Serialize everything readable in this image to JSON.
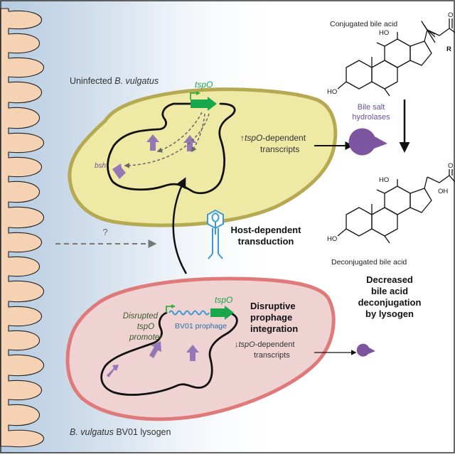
{
  "labels": {
    "conjugated": "Conjugated bile acid",
    "deconjugated": "Deconjugated bile acid",
    "uninfected_prefix": "Uninfected ",
    "uninfected_species": "B. vulgatus",
    "tspo_gene": "tspO",
    "tspo_gene_2": "tspO",
    "bsh_gene": "bsh",
    "up_arrow": "↑",
    "down_arrow": "↓",
    "tspo_italic": "tspO",
    "dependent_transcripts_suffix": "-dependent",
    "transcripts": "transcripts",
    "tspo_italic_2": "tspO",
    "dependent_transcripts_suffix_2": "-dependent",
    "transcripts_2": "transcripts",
    "bsh_enzyme_line1": "Bile salt",
    "bsh_enzyme_line2": "hydrolases",
    "question_mark": "?",
    "transduction_line1": "Host-dependent",
    "transduction_line2": "transduction",
    "disrupted_line1": "Disrupted",
    "disrupted_line2": "tspO",
    "disrupted_line3": "promoter",
    "prophage": "BV01 prophage",
    "disruptive_line1": "Disruptive",
    "disruptive_line2": "prophage",
    "disruptive_line3": "integration",
    "decreased_line1": "Decreased",
    "decreased_line2": "bile acid",
    "decreased_line3": "deconjugation",
    "decreased_line4": "by lysogen",
    "lysogen_species": "B. vulgatus",
    "lysogen_suffix": " BV01 lysogen",
    "ho_1": "HO",
    "ho_2": "HO",
    "ho_3": "HO",
    "ho_4": "HO",
    "o_1": "O",
    "r_1": "R",
    "o_2": "O",
    "oh_2": "OH"
  },
  "colors": {
    "gut_tissue": "#f4d2b3",
    "lumen_gradient_start": "#b9cde0",
    "cell_fill": "#efe9a6",
    "cell_border": "#b5aa52",
    "lysogen_fill": "#efd2d2",
    "lysogen_border": "#e07a7a",
    "gene_green": "#1aa64a",
    "promoter_green": "#3aaa3a",
    "enzyme_purple": "#7c54a0",
    "arrow_purple": "#9577b6",
    "phage_blue": "#3b9ad6",
    "label_purple": "#6a4f99",
    "dark_green_text": "#3a5a2a"
  }
}
